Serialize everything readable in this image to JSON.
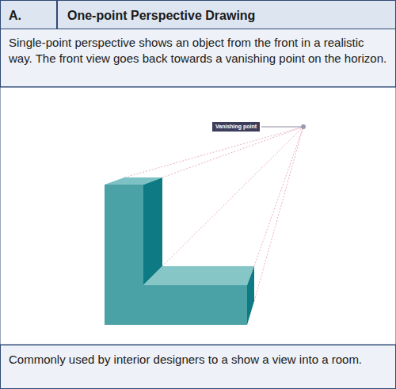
{
  "diagram": {
    "nodes": [
      {
        "text": [
          "A."
        ]
      },
      {
        "text": [
          "One-point Perspective Drawing"
        ]
      },
      {
        "text": [
          "Single-point perspective shows an object from the front in a realistic way. The front view goes back towards a vanishing point on the horizon."
        ]
      },
      {
        "text": [
          "Vanishing point"
        ]
      },
      {
        "text": [
          "Commonly used by interior designers to a show a view into a room."
        ]
      }
    ]
  }
}
